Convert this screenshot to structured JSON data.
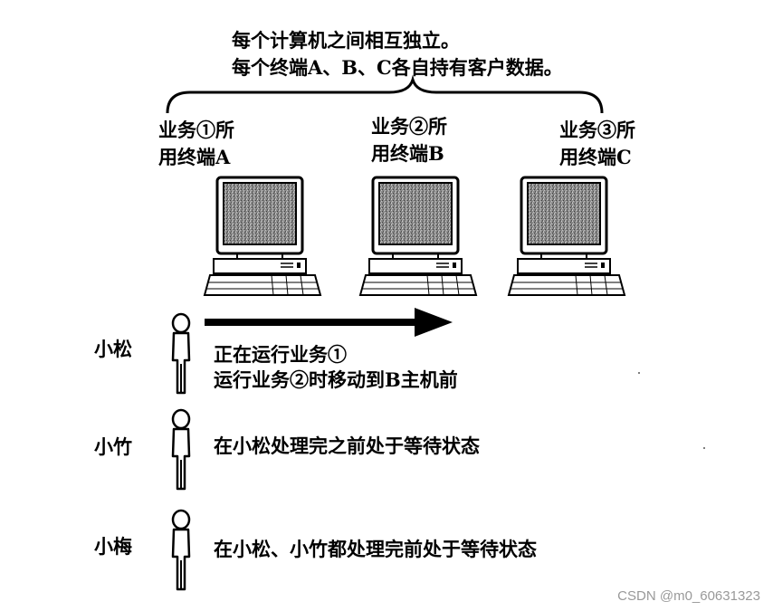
{
  "header": {
    "line1": "每个计算机之间相互独立。",
    "line2": "每个终端A、B、C各自持有客户数据。"
  },
  "terminals": [
    {
      "line1": "业务①所",
      "line2": "用终端A"
    },
    {
      "line1": "业务②所",
      "line2": "用终端B"
    },
    {
      "line1": "业务③所",
      "line2": "用终端C"
    }
  ],
  "people": [
    {
      "name": "小松",
      "line1": "正在运行业务①",
      "line2": "运行业务②时移动到B主机前"
    },
    {
      "name": "小竹",
      "line1": "在小松处理完之前处于等待状态"
    },
    {
      "name": "小梅",
      "line1": "在小松、小竹都处理完前处于等待状态"
    }
  ],
  "watermark": "CSDN @m0_60631323"
}
